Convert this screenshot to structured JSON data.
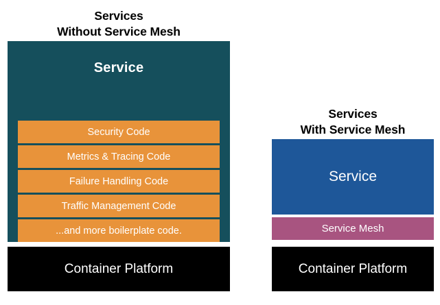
{
  "diagram": {
    "left_column": {
      "title_line1": "Services",
      "title_line2": "Without Service Mesh",
      "service_label": "Service",
      "panel_color": "#154F5C",
      "code_bar_color": "#E8933A",
      "code_bars": [
        "Security Code",
        "Metrics & Tracing Code",
        "Failure Handling Code",
        "Traffic Management Code",
        "...and more boilerplate code."
      ],
      "platform_label": "Container Platform",
      "platform_color": "#000000"
    },
    "right_column": {
      "title_line1": "Services",
      "title_line2": "With Service Mesh",
      "service_label": "Service",
      "service_color": "#1E5799",
      "mesh_label": "Service Mesh",
      "mesh_color": "#A85480",
      "platform_label": "Container Platform",
      "platform_color": "#000000"
    }
  }
}
